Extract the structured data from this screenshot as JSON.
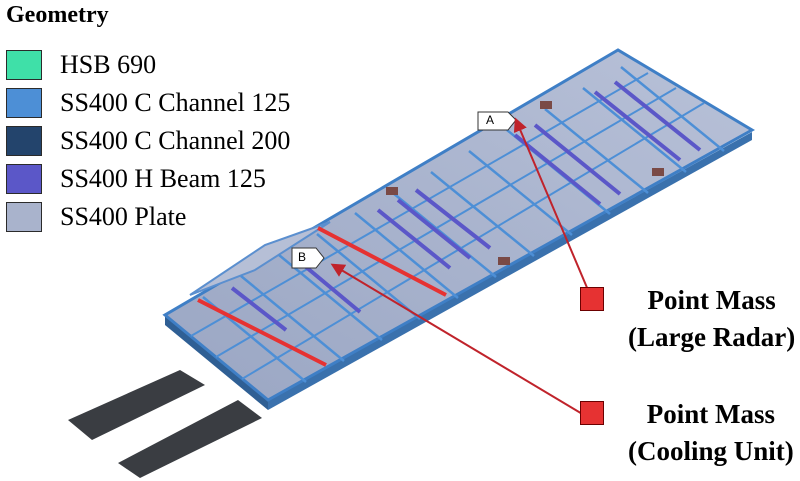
{
  "legend": {
    "title": "Geometry",
    "items": [
      {
        "label": "HSB 690",
        "color": "#3fe0a8"
      },
      {
        "label": "SS400 C Channel 125",
        "color": "#4d8fd6"
      },
      {
        "label": "SS400 C Channel 200",
        "color": "#23446c"
      },
      {
        "label": "SS400 H Beam 125",
        "color": "#5b57c8"
      },
      {
        "label": "SS400 Plate",
        "color": "#a9b3cc"
      }
    ]
  },
  "callouts": [
    {
      "id": "A",
      "line1": "Point Mass",
      "line2": "(Large Radar)"
    },
    {
      "id": "B",
      "line1": "Point Mass",
      "line2": "(Cooling Unit)"
    }
  ],
  "colors": {
    "plate": "#a9b3cc",
    "frame": "#4d8fd6",
    "beam": "#5b57c8",
    "mass": "#e63232",
    "leader": "#c0232b",
    "fork": "#3a3d42"
  }
}
